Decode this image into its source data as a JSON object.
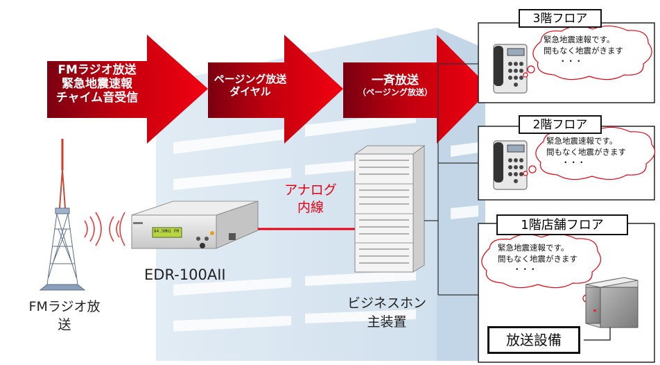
{
  "arrows": {
    "stage1": [
      "FMラジオ放送",
      "緊急地震速報",
      "チャイム音受信"
    ],
    "stage2": [
      "ページング放送",
      "ダイヤル"
    ],
    "stage3_main": "一斉放送",
    "stage3_sub": "（ページング放送）"
  },
  "devices": {
    "tower_label_line1": "FMラジオ放",
    "tower_label_line2": "送",
    "receiver_label": "EDR-100AII",
    "receiver_display": "84.5MHz FM",
    "analog_line1": "アナログ",
    "analog_line2": "内線",
    "pbx_label_line1": "ビジネスホン",
    "pbx_label_line2": "主装置"
  },
  "floors": [
    {
      "title": "3階フロア",
      "message_line1": "緊急地震速報です。",
      "message_line2": "間もなく地震がきます",
      "dots": "・・・"
    },
    {
      "title": "2階フロア",
      "message_line1": "緊急地震速報です。",
      "message_line2": "間もなく地震がきます",
      "dots": "・・・"
    },
    {
      "title": "1階店舗フロア",
      "message_line1": "緊急地震速報です。",
      "message_line2": "間もなく地震がきます",
      "dots": "・・・"
    }
  ],
  "broadcast_equipment_label": "放送設備",
  "colors": {
    "arrow_red": "#e60012",
    "line_red": "#e60012",
    "building": "#cfe0ee"
  }
}
